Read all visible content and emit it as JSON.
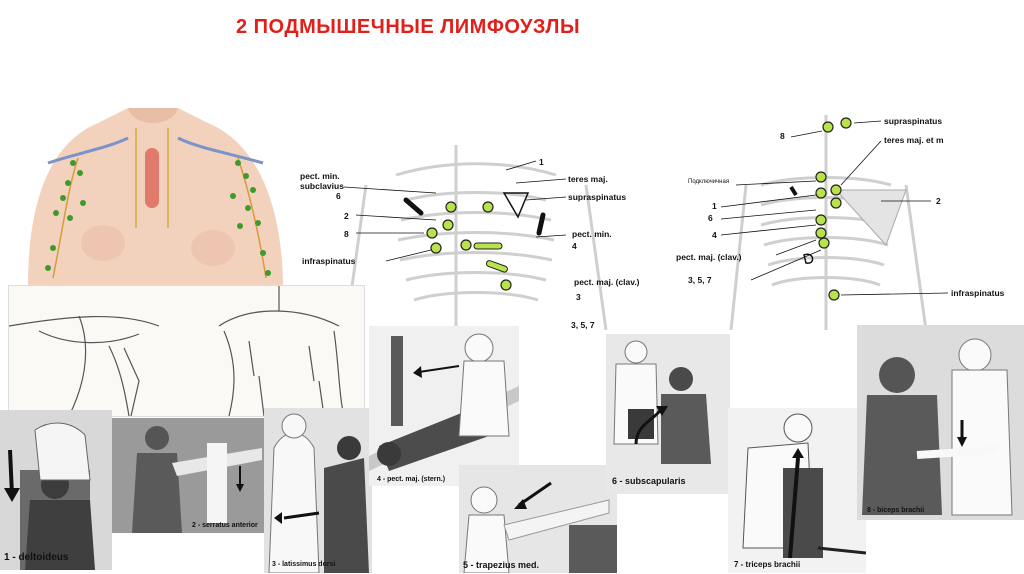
{
  "title": "2  ПОДМЫШЕЧНЫЕ ЛИМФОУЗЛЫ",
  "colors": {
    "title": "#e0201b",
    "node": "#b8e34a",
    "lymph": "#3f9a2e",
    "skin": "#f2d2bd",
    "skeleton": "#cfcfcf"
  },
  "front_chart": {
    "left_labels": [
      "pect. min.",
      "subclavius",
      "6",
      "2",
      "8",
      "infraspinatus"
    ],
    "right_labels": [
      "1",
      "teres maj.",
      "supraspinatus",
      "pect. min.",
      "4",
      "pect. maj. (clav.)",
      "3",
      "3, 5, 7"
    ]
  },
  "back_chart": {
    "left_labels": [
      "8",
      "Подключичная",
      "1",
      "6",
      "4",
      "pect. maj. (clav.)",
      "3, 5, 7"
    ],
    "right_labels": [
      "supraspinatus",
      "teres maj. et m",
      "2",
      "infraspinatus"
    ]
  },
  "captions": {
    "deltoideus": "1 - deltoideus",
    "serratus": "2 - serratus anterior",
    "latissimus": "3 - latissimus dorsi",
    "pect_maj": "4 - pect. maj. (stern.)",
    "trapezius": "5 - trapezius med.",
    "subscapularis": "6 - subscapularis",
    "triceps": "7 - triceps brachii",
    "biceps": "8 - biceps brachii"
  }
}
